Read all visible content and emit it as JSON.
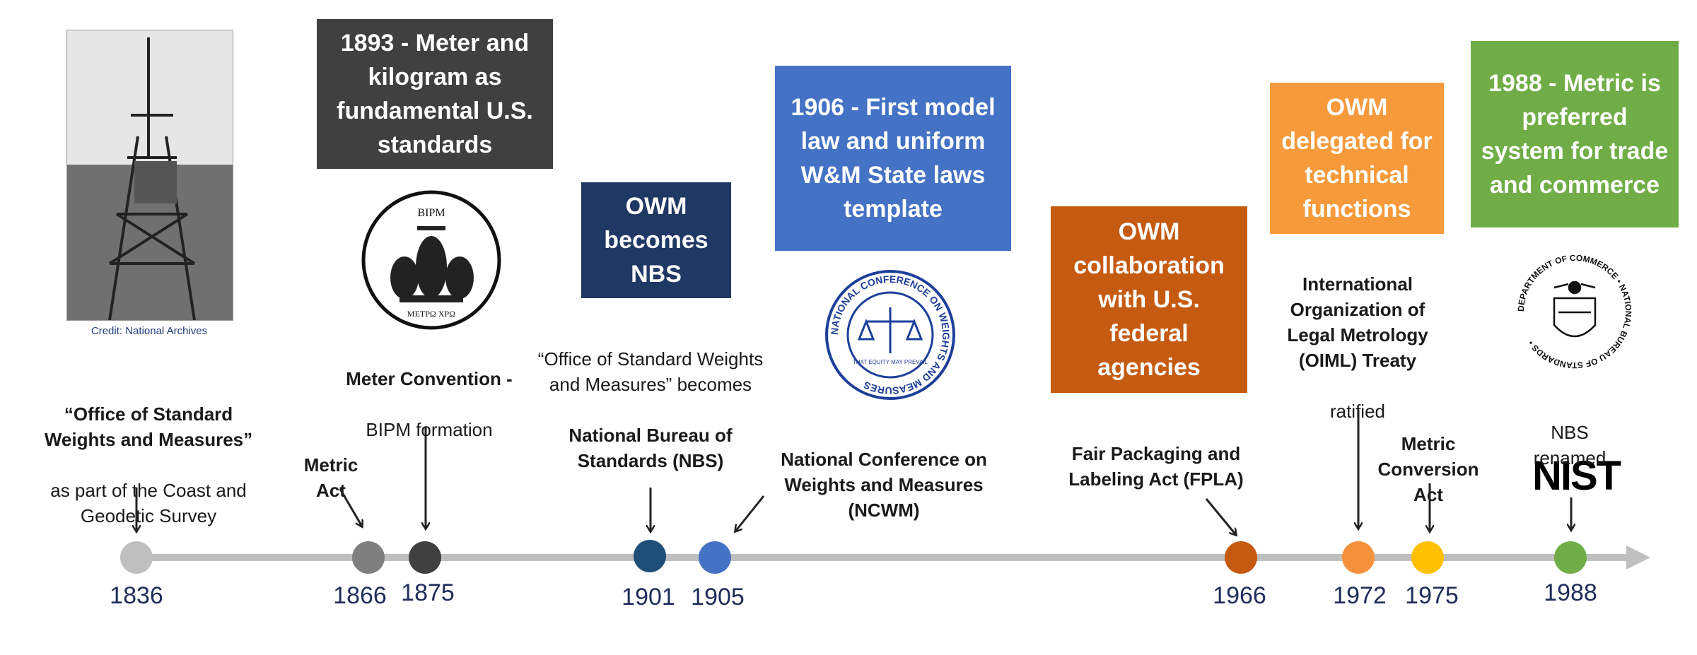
{
  "photo_credit": "Credit: National Archives",
  "boxes": {
    "b1893": "1893 - Meter and kilogram as fundamental U.S. standards",
    "b1901": "OWM becomes NBS",
    "b1906": "1906 - First model law and uniform W&M State laws template",
    "b1966": "OWM collaboration with U.S. federal agencies",
    "b1972": "OWM delegated for technical functions",
    "b1988": "1988 - Metric is preferred system for trade and commerce"
  },
  "labels": {
    "l1836_bold": "“Office of Standard Weights and Measures”",
    "l1836_rest": "as part of the Coast and Geodetic Survey",
    "l1866": "Metric Act",
    "l1875_bold": "Meter Convention -",
    "l1875_rest": "BIPM formation",
    "l1901_rest": "“Office of Standard Weights and Measures” becomes",
    "l1901_bold": "National Bureau of Standards (NBS)",
    "l1905": "National Conference on Weights and Measures (NCWM)",
    "l1966": "Fair Packaging and Labeling Act (FPLA)",
    "l1972_bold": "International Organization of Legal Metrology (OIML) Treaty",
    "l1972_rest": "ratified",
    "l1975": "Metric Conversion Act",
    "l1988": "NBS renamed"
  },
  "seals": {
    "bipm_top": "BIPM",
    "bipm_bottom": "ΜΕΤΡΩ ΧΡΩ",
    "ncwm_ring": "NATIONAL CONFERENCE ON WEIGHTS AND MEASURES",
    "ncwm_motto": "THAT EQUITY MAY PREVAIL",
    "doc_ring": "DEPARTMENT OF COMMERCE • NATIONAL BUREAU OF STANDARDS •",
    "nist_logo": "NIST"
  },
  "timeline": [
    {
      "year": "1836",
      "color": "#bfbfbf"
    },
    {
      "year": "1866",
      "color": "#7f7f7f"
    },
    {
      "year": "1875",
      "color": "#404040"
    },
    {
      "year": "1901",
      "color": "#1f4e79"
    },
    {
      "year": "1905",
      "color": "#4472c4"
    },
    {
      "year": "1966",
      "color": "#c55a11"
    },
    {
      "year": "1972",
      "color": "#f4913a"
    },
    {
      "year": "1975",
      "color": "#ffc000"
    },
    {
      "year": "1988",
      "color": "#70ad47"
    }
  ],
  "colors": {
    "axis": "#bfbfbf",
    "box_1893": "#404040",
    "box_1901": "#203864",
    "box_1906": "#4472c4",
    "box_1966": "#c55a11",
    "box_1972": "#f79a3c",
    "box_1988": "#70ad47"
  }
}
